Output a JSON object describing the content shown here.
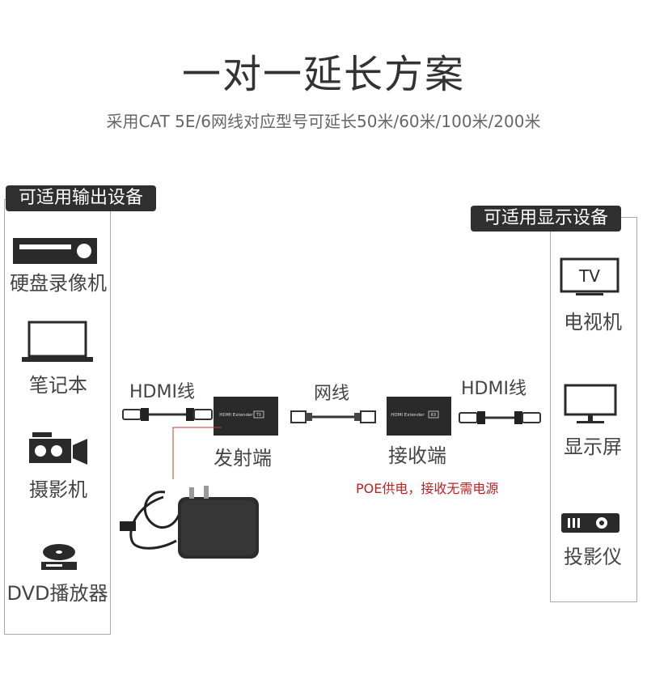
{
  "title": "一对一延长方案",
  "subtitle": "采用CAT 5E/6网线对应型号可延长50米/60米/100米/200米",
  "input_panel": {
    "heading": "可适用输出设备",
    "devices": [
      {
        "label": "硬盘录像机",
        "icon": "dvr-icon"
      },
      {
        "label": "笔记本",
        "icon": "laptop-icon"
      },
      {
        "label": "摄影机",
        "icon": "camera-icon"
      },
      {
        "label": "DVD播放器",
        "icon": "dvd-icon"
      }
    ]
  },
  "output_panel": {
    "heading": "可适用显示设备",
    "devices": [
      {
        "label": "电视机",
        "icon": "tv-icon",
        "icon_text": "TV"
      },
      {
        "label": "显示屏",
        "icon": "monitor-icon"
      },
      {
        "label": "投影仪",
        "icon": "projector-icon"
      }
    ]
  },
  "connection": {
    "hdmi_in_label": "HDMI线",
    "network_label": "网线",
    "hdmi_out_label": "HDMI线",
    "transmitter_label": "发射端",
    "receiver_label": "接收端",
    "transmitter_device_text": "HDMI Extender",
    "transmitter_badge": "TX",
    "receiver_device_text": "HDMI Extender",
    "receiver_badge": "RX",
    "poe_note": "POE供电，接收无需电源"
  },
  "colors": {
    "badge_bg": "#2f2f2f",
    "device_body": "#2a2a2a",
    "poe_text": "#b22222",
    "power_line": "#c0392b"
  }
}
